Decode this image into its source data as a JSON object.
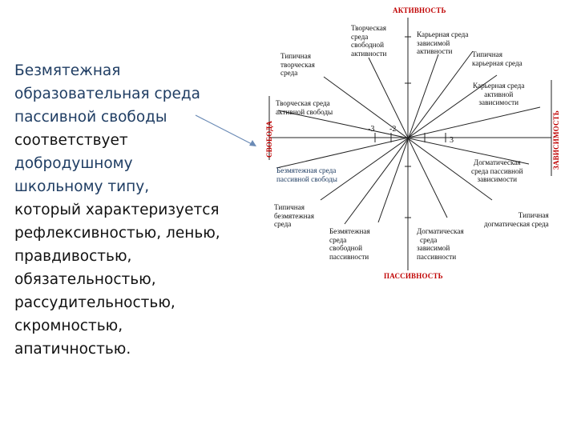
{
  "left_text": {
    "l1": "Безмятежная",
    "l2": "образовательная среда",
    "l3": "пассивной свободы",
    "l4": "соответствует",
    "l5": "добродушному",
    "l6": "школьному типу,",
    "l7": "который характеризуется",
    "l8": "рефлексивностью, ленью,",
    "l9": "правдивостью,",
    "l10": "обязательностью,",
    "l11": "рассудительностью,",
    "l12": "скромностью,",
    "l13": "апатичностью."
  },
  "axes": {
    "top": "АКТИВНОСТЬ",
    "bottom": "ПАССИВНОСТЬ",
    "left": "СВОБОДА",
    "right": "ЗАВИСИМОСТЬ"
  },
  "ticks": {
    "left_3": "-3",
    "left_2": "-2",
    "right_3": "3"
  },
  "labels": {
    "creative_free_active": [
      "Творческая",
      "среда",
      "свободной",
      "активности"
    ],
    "typical_creative": [
      "Типичная",
      "творческая",
      "среда"
    ],
    "creative_active_freedom": [
      "Творческая среда",
      "активной свободы"
    ],
    "career_dependent_active": [
      "Карьерная среда",
      "зависимой",
      "активности"
    ],
    "typical_career": [
      "Типичная",
      "карьерная среда"
    ],
    "career_active_dependence": [
      "Карьерная среда",
      "активной",
      "зависимости"
    ],
    "dogmatic_passive_dependence": [
      "Догматическая",
      "среда пассивной",
      "зависимости"
    ],
    "typical_dogmatic": [
      "Типичная",
      "догматическая среда"
    ],
    "dogmatic_dependent_passive": [
      "Догматическая",
      "среда",
      "зависимой",
      "пассивности"
    ],
    "serene_free_passive": [
      "Безмятежная",
      "среда",
      "свободной",
      "пассивности"
    ],
    "typical_serene": [
      "Типичная",
      "безмятежная",
      "среда"
    ],
    "serene_passive_freedom": [
      "Безмятежная среда",
      "пассивной свободы"
    ]
  }
}
